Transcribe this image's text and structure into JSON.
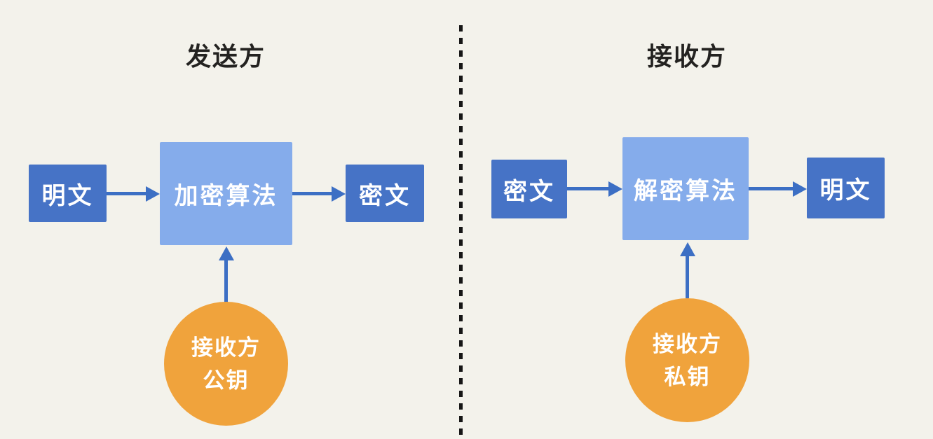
{
  "colors": {
    "dark_box": "#4673c6",
    "light_box": "#85aceb",
    "circle": "#f0a33c",
    "arrow": "#3c6fc4",
    "bg": "#f3f2eb",
    "divider": "#161616",
    "title_text": "#232220"
  },
  "left": {
    "title": "发送方",
    "input_label": "明文",
    "algorithm_label": "加密算法",
    "output_label": "密文",
    "key_line1": "接收方",
    "key_line2": "公钥"
  },
  "right": {
    "title": "接收方",
    "input_label": "密文",
    "algorithm_label": "解密算法",
    "output_label": "明文",
    "key_line1": "接收方",
    "key_line2": "私钥"
  }
}
